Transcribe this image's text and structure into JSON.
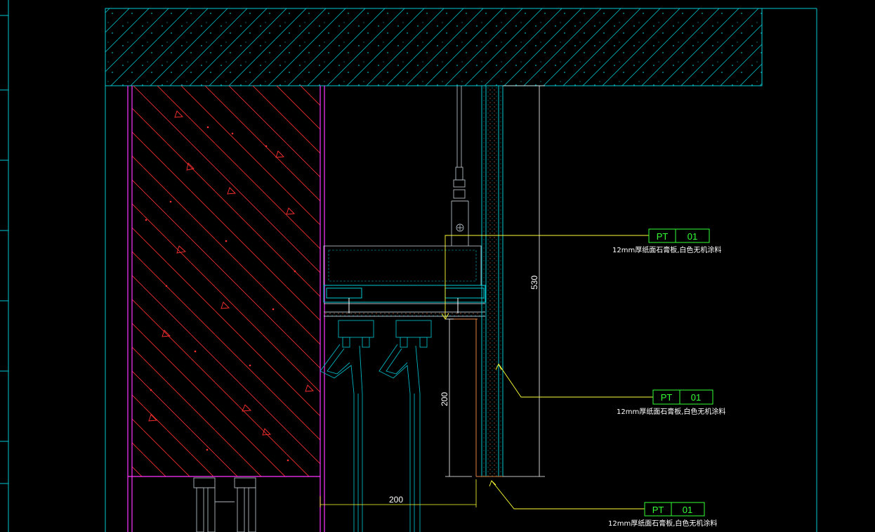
{
  "dimensions": {
    "ceiling_height": "530",
    "return_height": "200",
    "return_width": "200"
  },
  "callouts": [
    {
      "code": "PT",
      "number": "01",
      "description": "12mm厚纸面石膏板,白色无机涂料"
    },
    {
      "code": "PT",
      "number": "01",
      "description": "12mm厚纸面石膏板,白色无机涂料"
    },
    {
      "code": "PT",
      "number": "01",
      "description": "12mm厚纸面石膏板,白色无机涂料"
    }
  ],
  "colors": {
    "frame": "#00c8d2",
    "wall": "#ff3030",
    "column": "#ff33ff",
    "leader": "#ffff33",
    "tag": "#33ff33",
    "gypsum": "#e08040"
  }
}
